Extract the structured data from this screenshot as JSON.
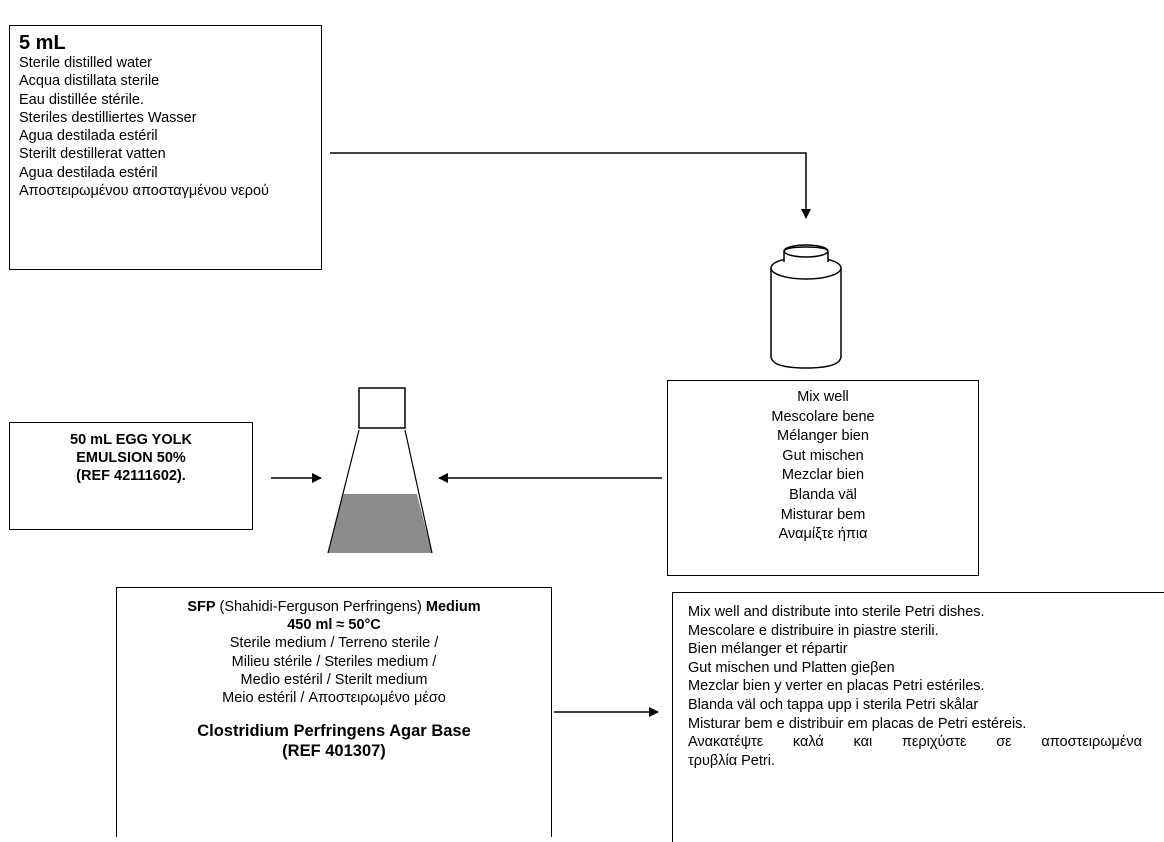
{
  "water_box": {
    "volume": "5 mL",
    "lines": [
      "Sterile distilled water",
      "Acqua distillata sterile",
      "Eau distillée stérile.",
      "Steriles destilliertes Wasser",
      "Agua destilada estéril",
      "Sterilt destillerat vatten",
      "Agua destilada estéril"
    ],
    "greek": "Αποστειρωμένου αποσταγμένου νερού"
  },
  "mix_box": {
    "lines": [
      "Mix well",
      "Mescolare bene",
      "Mélanger bien",
      "Gut mischen",
      "Mezclar bien",
      "Blanda väl",
      "Misturar bem",
      "Αναμίξτε ήπια"
    ]
  },
  "egg_box": {
    "lines": [
      "50 mL EGG YOLK",
      "EMULSION 50%",
      "(REF 42111602)."
    ]
  },
  "medium_box": {
    "abbr": "SFP",
    "full_name": " (Shahidi-Ferguson Perfringens) ",
    "medium_word": "Medium",
    "volume_temp": "450 ml ≈ 50°C",
    "lines": [
      "Sterile medium / Terreno sterile /",
      "Milieu stérile / Steriles medium /",
      "Medio estéril / Sterilt medium",
      "Meio estéril /  Αποστειρωμένο μέσο"
    ],
    "product": "Clostridium Perfringens Agar Base",
    "ref": "(REF 401307)"
  },
  "distribute_box": {
    "lines": [
      "Mix well and distribute into sterile Petri dishes.",
      "Mescolare e distribuire in piastre sterili.",
      "Bien mélanger et répartir",
      "Gut mischen und Platten gieβen",
      "Mezclar bien y verter en placas Petri estériles.",
      "Blanda väl och tappa upp i sterila Petri skålar",
      "Misturar bem e distribuir em placas de Petri estéreis."
    ],
    "greek_line": "Ανακατέψτε καλά και περιχύστε σε αποστειρωμένα",
    "greek_tail": "τρυβλία Petri."
  },
  "colors": {
    "stroke": "#000000",
    "liquid": "#8c8c8c"
  },
  "icons": [
    "vial-icon",
    "flask-icon",
    "arrow-icon"
  ]
}
